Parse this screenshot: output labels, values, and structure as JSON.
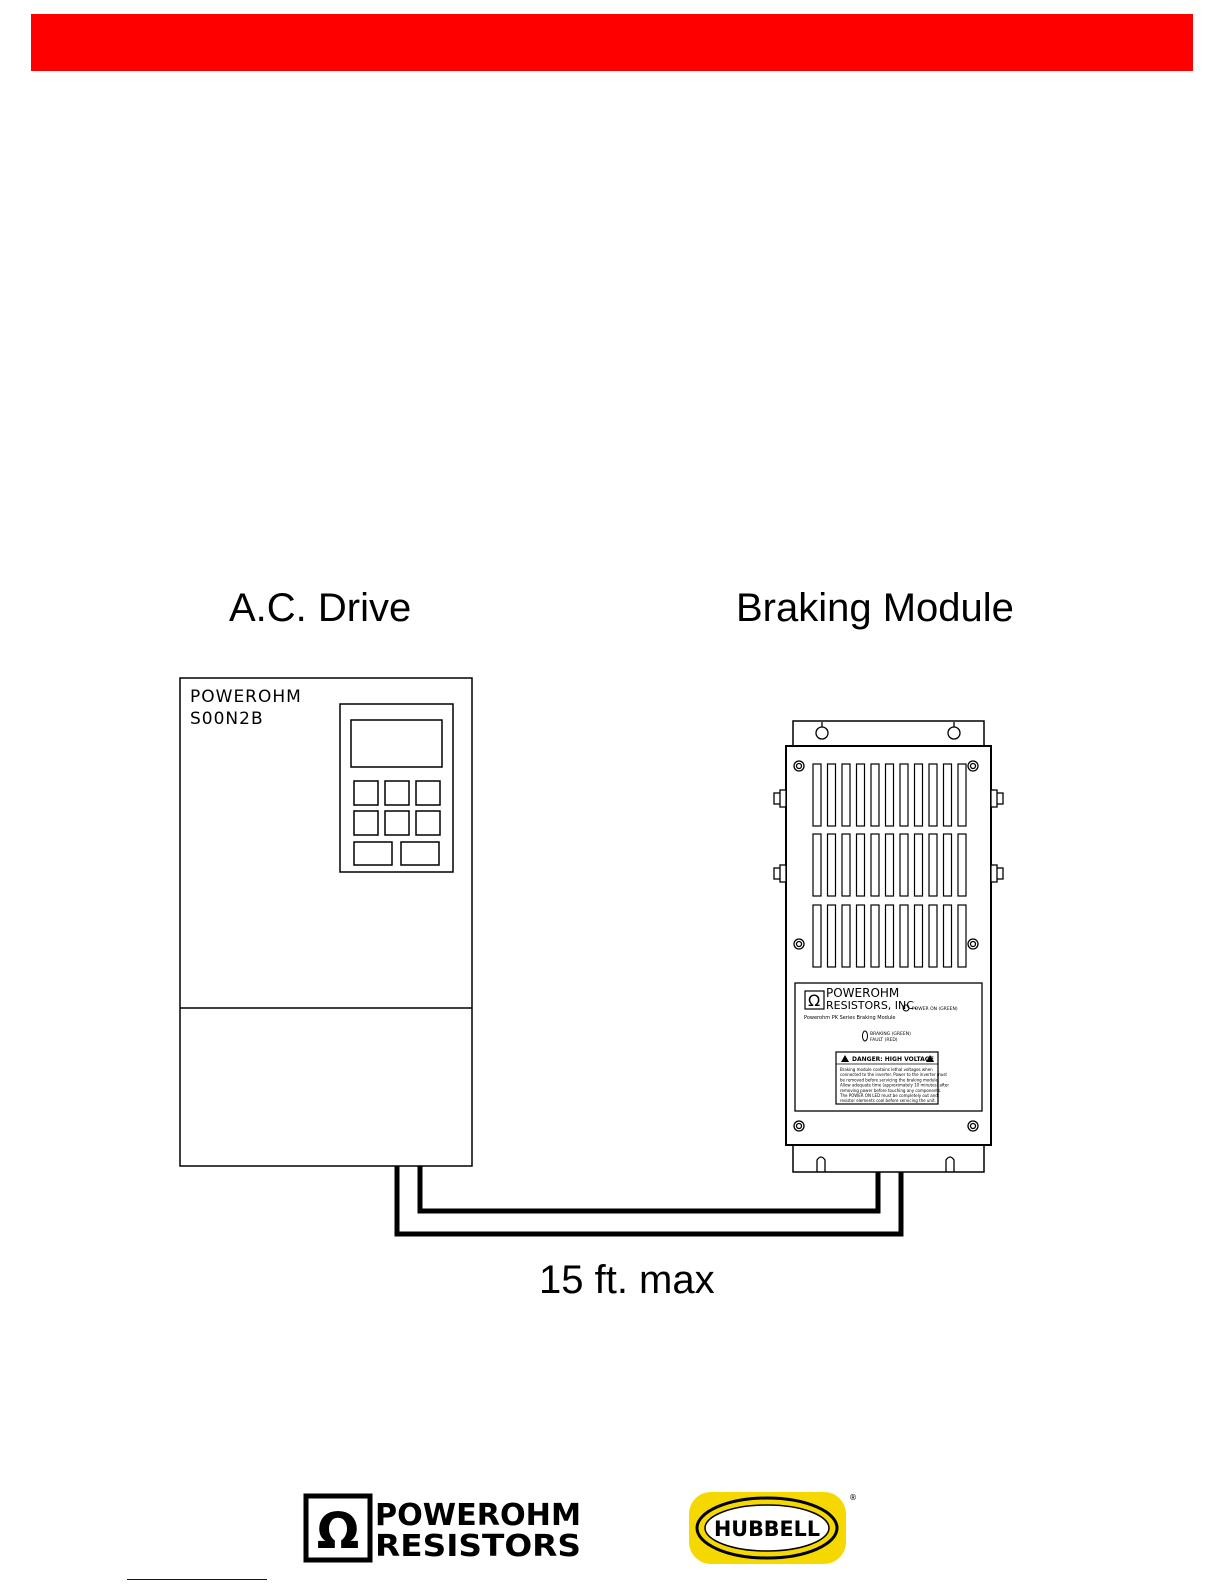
{
  "colors": {
    "banner": "#ff0000",
    "hubbell_yellow": "#f5d800",
    "link": "#0000cc"
  },
  "labels": {
    "drive_title": "A.C. Drive",
    "module_title": "Braking Module",
    "distance": "15 ft. max"
  },
  "drive": {
    "brand": "POWEROHM",
    "model": "S00N2B"
  },
  "module": {
    "brand_line1": "POWEROHM",
    "brand_line2": "RESISTORS, INC.",
    "series": "Powerohm PK Series Braking Module",
    "led_power": "POWER ON (GREEN)",
    "led_braking": "BRAKING (GREEN)",
    "led_fault": "FAULT (RED)",
    "warning_title": "DANGER: HIGH VOLTAGE",
    "warning_lines": [
      "Braking module contains lethal voltages when",
      "connected to the inverter. Power to the inverter must",
      "be removed before servicing the braking module.",
      "Allow adequate time (approximately 10 minutes) after",
      "removing power before touching any components.",
      "The POWER ON LED must be completely out and",
      "resistor elements cool before servicing the unit."
    ]
  },
  "logos": {
    "powerohm_line1": "POWEROHM",
    "powerohm_line2": "RESISTORS",
    "hubbell": "HUBBELL",
    "registered": "®"
  }
}
